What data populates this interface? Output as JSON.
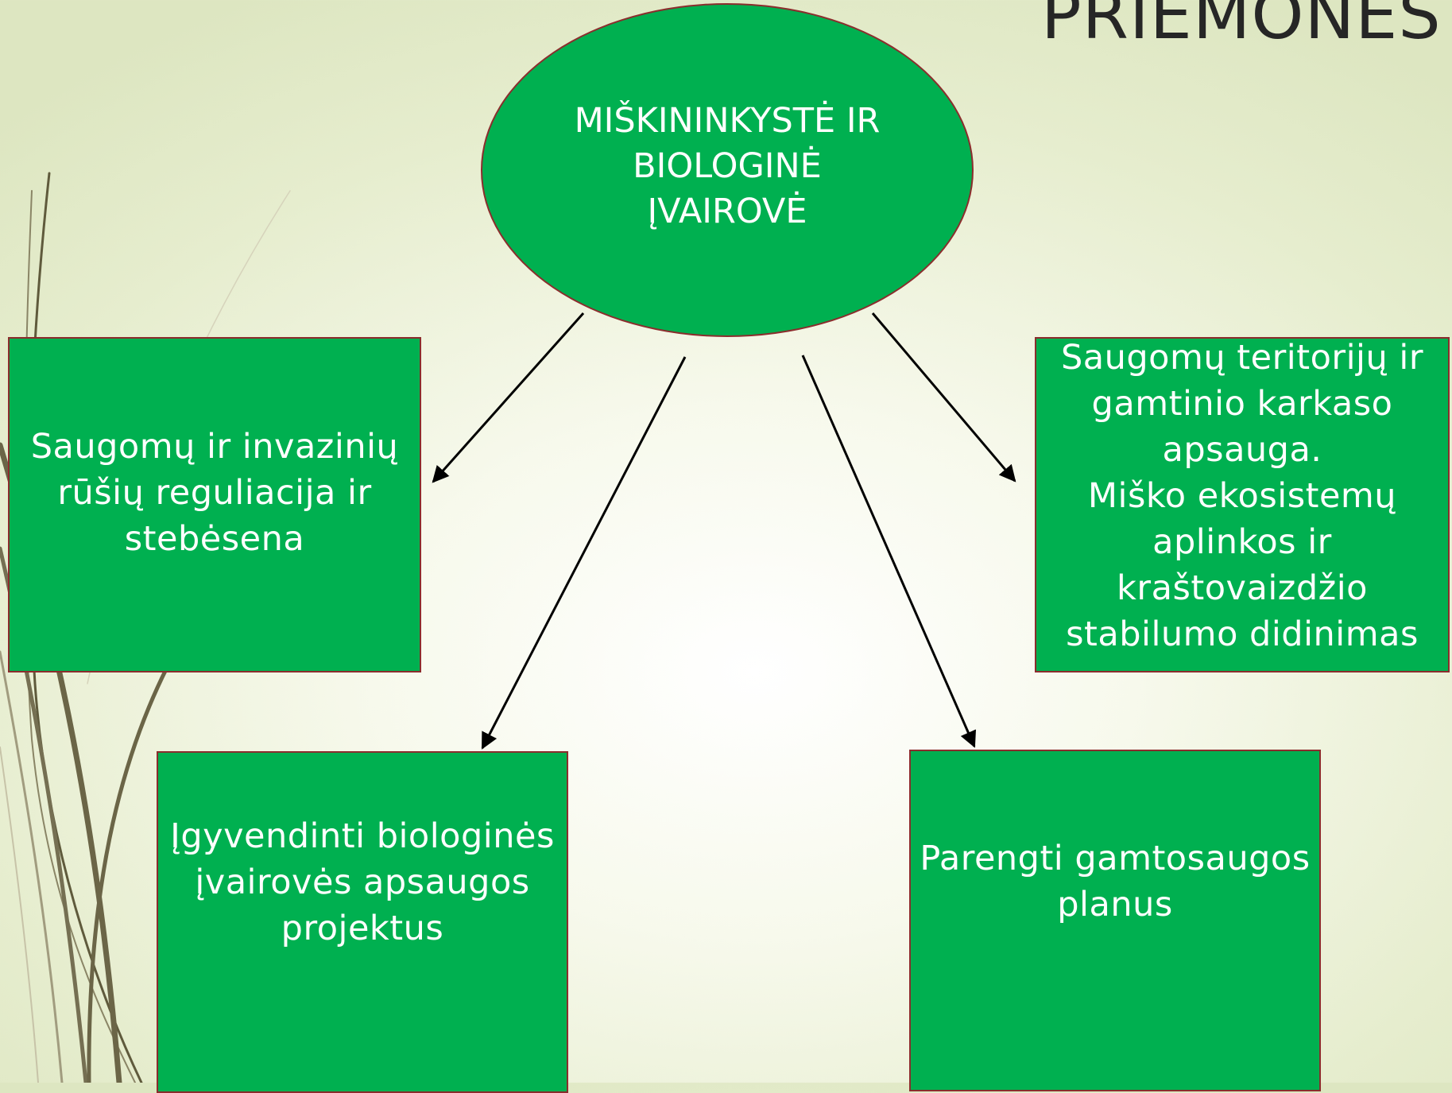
{
  "slide": {
    "title": "PRIEMONĖS"
  },
  "diagram": {
    "type": "hierarchy",
    "center": {
      "label": "MIŠKININKYSTĖ IR BIOLOGINĖ ĮVAIROVĖ"
    },
    "nodes": [
      {
        "id": "left",
        "label": "Saugomų ir invazinių rūšių reguliacija ir stebėsena"
      },
      {
        "id": "right",
        "label": "Saugomų teritorijų ir gamtinio karkaso apsauga.\nMiško ekosistemų aplinkos ir kraštovaizdžio stabilumo didinimas"
      },
      {
        "id": "bottom-left",
        "label": "Įgyvendinti biologinės įvairovės apsaugos projektus"
      },
      {
        "id": "bottom-right",
        "label": "Parengti gamtosaugos planus"
      }
    ],
    "edges": [
      {
        "from": "center",
        "to": "left"
      },
      {
        "from": "center",
        "to": "bottom-left"
      },
      {
        "from": "center",
        "to": "bottom-right"
      },
      {
        "from": "center",
        "to": "right"
      }
    ],
    "colors": {
      "node_fill": "#00b050",
      "node_border": "#8b2d2d",
      "text": "#ffffff",
      "arrow": "#000000",
      "decoration": "#6b6b4f"
    }
  }
}
